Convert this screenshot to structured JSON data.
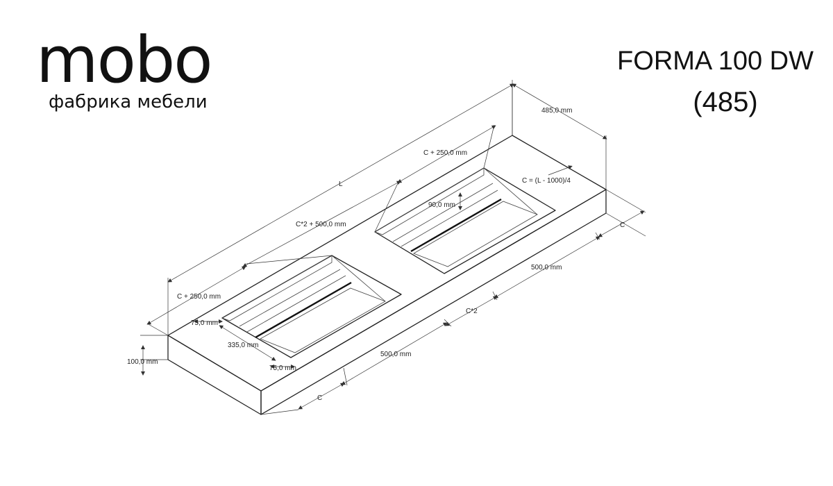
{
  "logo": {
    "brand": "mobo",
    "tagline": "фабрика мебели"
  },
  "product": {
    "name": "FORMA 100 DW",
    "code": "(485)"
  },
  "dimensions": {
    "depth": "485,0 mm",
    "length": "L",
    "right_offset": "C + 250,0 mm",
    "formula": "C = (L - 1000)/4",
    "drain_depth": "90,0 mm",
    "center_span": "C*2 + 500,0 mm",
    "left_offset": "C + 250,0 mm",
    "edge_c_right": "C",
    "basin_width_right": "500,0 mm",
    "center_c2": "C*2",
    "lip_top": "75,0 mm",
    "basin_depth": "335,0 mm",
    "lip_bottom": "75,0 mm",
    "thickness": "100,0 mm",
    "basin_width_left": "500,0 mm",
    "edge_c_left": "C"
  },
  "colors": {
    "ink": "#222222",
    "basin_floor": "#d0d0d0",
    "top_surface": "#f7f7f7",
    "front_face": "#ededed",
    "side_face": "#e4e4e4"
  }
}
